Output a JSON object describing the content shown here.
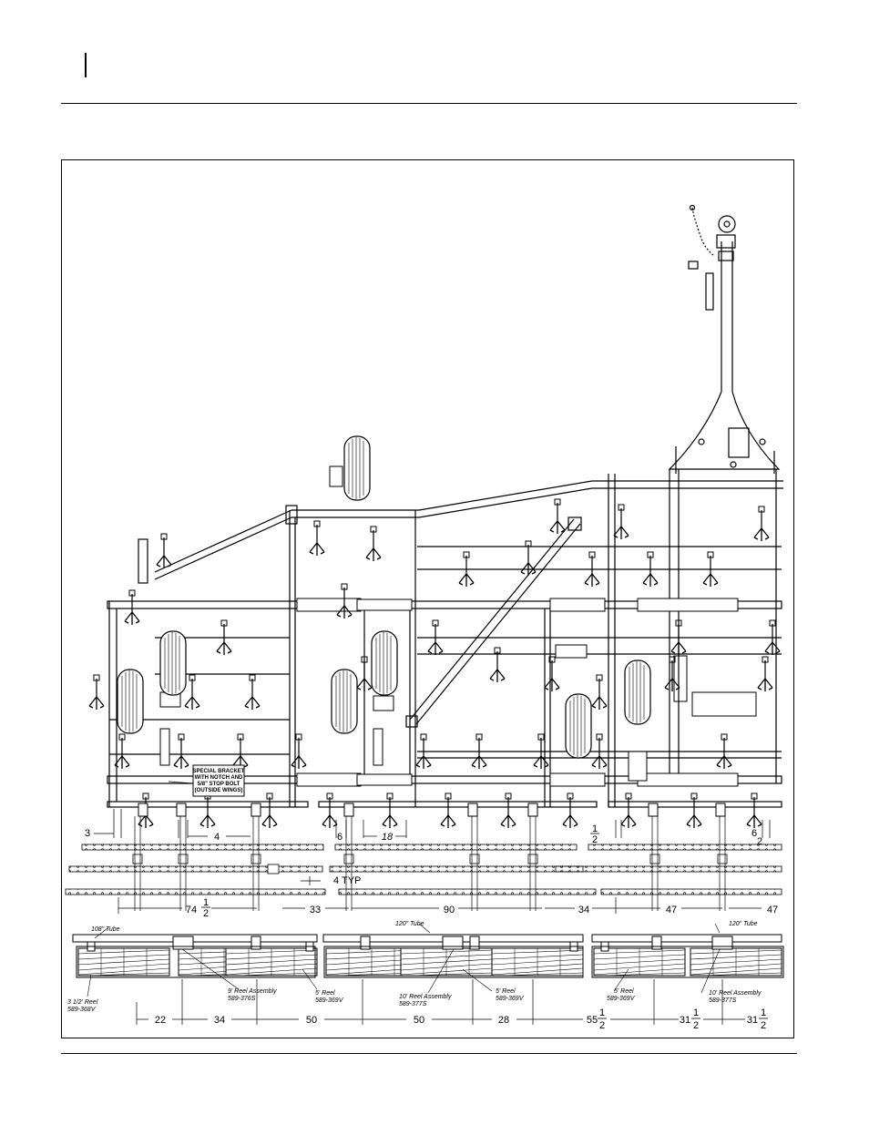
{
  "dimensions": {
    "row1": {
      "d1": "3",
      "d2": "4",
      "d3": "6",
      "d4": "18",
      "d5_top": "1",
      "d5_bot": "2",
      "d6_main": "6",
      "d6_sub": "2"
    },
    "typ": "4 TYP",
    "row2": {
      "a_main": "74",
      "a_top": "1",
      "a_bot": "2",
      "b": "33",
      "c": "90",
      "d": "34",
      "e": "47",
      "f": "47"
    },
    "row3": {
      "a": "22",
      "b": "34",
      "c": "50",
      "d": "50",
      "e": "28",
      "f_main": "55",
      "f_top": "1",
      "f_bot": "2",
      "g_main": "31",
      "g_top": "1",
      "g_bot": "2",
      "h_main": "31",
      "h_top": "1",
      "h_bot": "2"
    }
  },
  "callouts": {
    "tube_108": "108\" Tube",
    "tube_120_a": "120\" Tube",
    "tube_120_b": "120\" Tube",
    "reel_35_name": "3 1/2' Reel",
    "reel_35_part": "589-368V",
    "reel_9_name": "9' Reel Assembly",
    "reel_9_part": "589-376S",
    "reel_5a_name": "5' Reel",
    "reel_5a_part": "589-369V",
    "reel_10a_name": "10' Reel Assembly",
    "reel_10a_part": "589-377S",
    "reel_5b_name": "5' Reel",
    "reel_5b_part": "589-369V",
    "reel_5c_name": "5' Reel",
    "reel_5c_part": "589-369V",
    "reel_10b_name": "10' Reel Assembly",
    "reel_10b_part": "589-377S"
  },
  "note_box": {
    "line1": "SPECIAL BRACKET",
    "line2": "WITH NOTCH AND",
    "line3": "5/8\" STOP BOLT",
    "line4": "(OUTSIDE WINGS)"
  }
}
